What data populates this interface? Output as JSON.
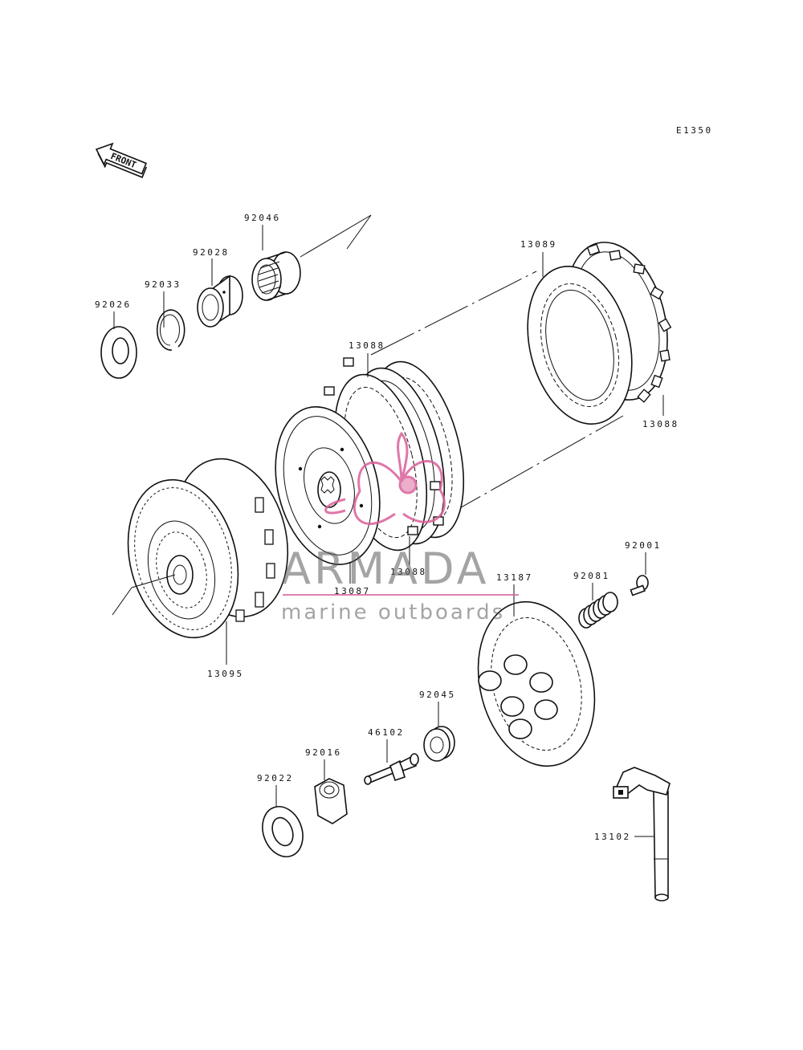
{
  "diagram_code": "E1350",
  "front_label": "FRONT",
  "watermark": {
    "brand": "ARMADA",
    "tagline": "marine outboards",
    "accent_color": "#d9609a"
  },
  "parts": {
    "p92046": "92046",
    "p92028": "92028",
    "p92033": "92033",
    "p92026": "92026",
    "p13089": "13089",
    "p13088_top": "13088",
    "p13088_right": "13088",
    "p13088_mid": "13088",
    "p13087": "13087",
    "p13095": "13095",
    "p13187": "13187",
    "p92081": "92081",
    "p92001": "92001",
    "p92045": "92045",
    "p46102": "46102",
    "p92016": "92016",
    "p92022": "92022",
    "p13102": "13102"
  }
}
